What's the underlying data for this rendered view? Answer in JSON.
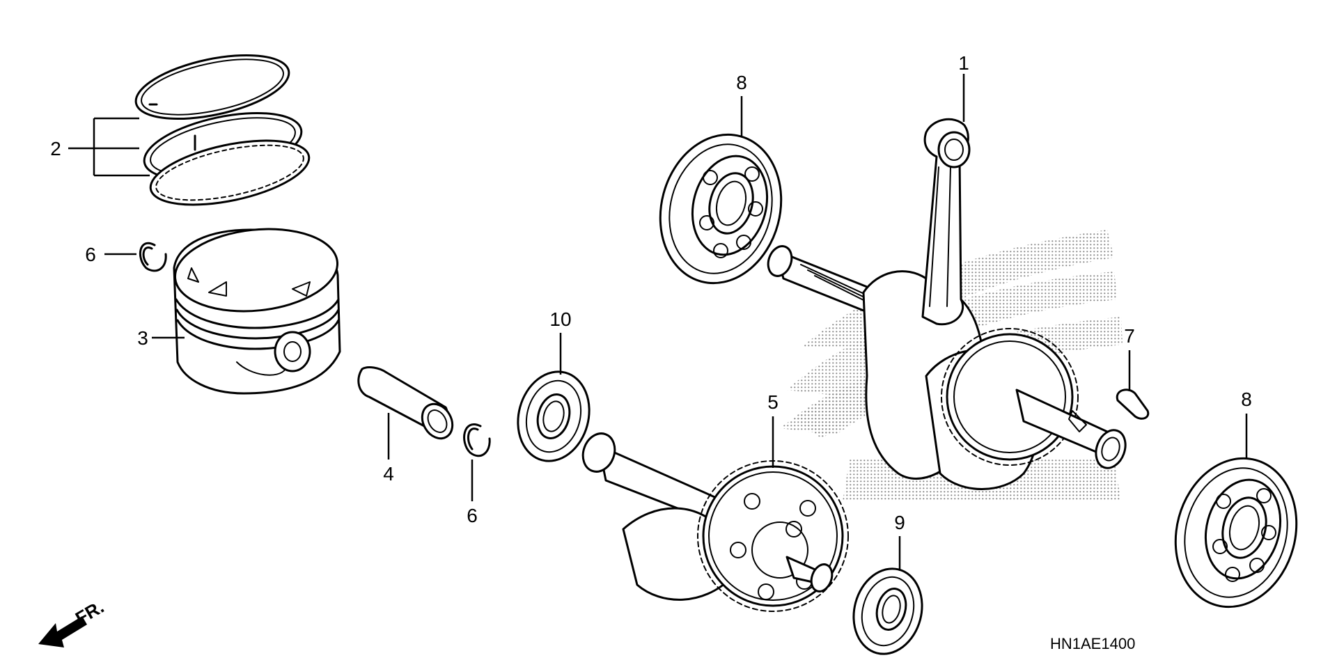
{
  "callouts": {
    "c1": "1",
    "c2": "2",
    "c3": "3",
    "c4": "4",
    "c5": "5",
    "c6a": "6",
    "c6b": "6",
    "c7": "7",
    "c8a": "8",
    "c8b": "8",
    "c9": "9",
    "c10": "10"
  },
  "diagram_code": "HN1AE1400",
  "front_indicator": "FR.",
  "icons": [
    "front-direction-arrow-icon",
    "honda-wing-watermark"
  ]
}
